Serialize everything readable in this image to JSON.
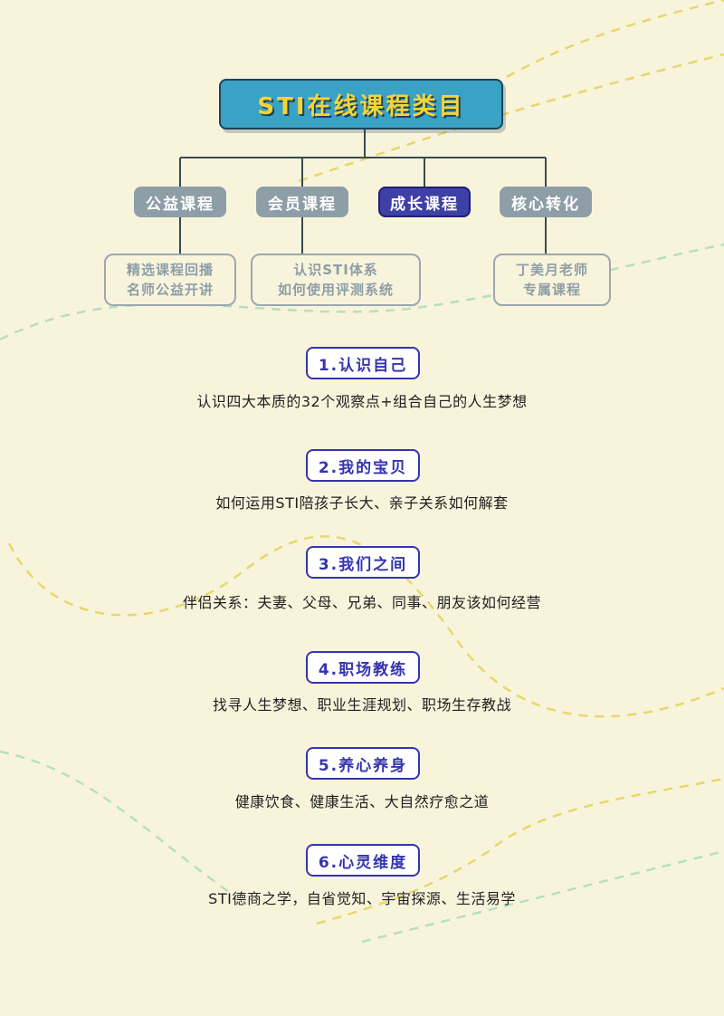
{
  "title": "STI在线课程类目",
  "categories": [
    {
      "label": "公益课程",
      "active": false
    },
    {
      "label": "会员课程",
      "active": false
    },
    {
      "label": "成长课程",
      "active": true
    },
    {
      "label": "核心转化",
      "active": false
    }
  ],
  "sub_boxes": [
    {
      "lines": [
        "精选课程回播",
        "名师公益开讲"
      ]
    },
    {
      "lines": [
        "认识STI体系",
        "如何使用评测系统"
      ]
    },
    {
      "lines": [
        "丁美月老师",
        "专属课程"
      ]
    }
  ],
  "sections": [
    {
      "title": "1.认识自己",
      "desc": "认识四大本质的32个观察点+组合自己的人生梦想"
    },
    {
      "title": "2.我的宝贝",
      "desc": "如何运用STI陪孩子长大、亲子关系如何解套"
    },
    {
      "title": "3.我们之间",
      "desc": "伴侣关系：夫妻、父母、兄弟、同事、朋友该如何经营"
    },
    {
      "title": "4.职场教练",
      "desc": "找寻人生梦想、职业生涯规划、职场生存教战"
    },
    {
      "title": "5.养心养身",
      "desc": "健康饮食、健康生活、大自然疗愈之道"
    },
    {
      "title": "6.心灵维度",
      "desc": "STI德商之学，自省觉知、宇宙探源、生活易学"
    }
  ],
  "colors": {
    "background": "#f8f4dc",
    "title_fill": "#3aa2c4",
    "title_text": "#f7d33a",
    "category_gray": "#8e9ea7",
    "category_active": "#3f3fa8",
    "section_accent": "#3434b0"
  }
}
